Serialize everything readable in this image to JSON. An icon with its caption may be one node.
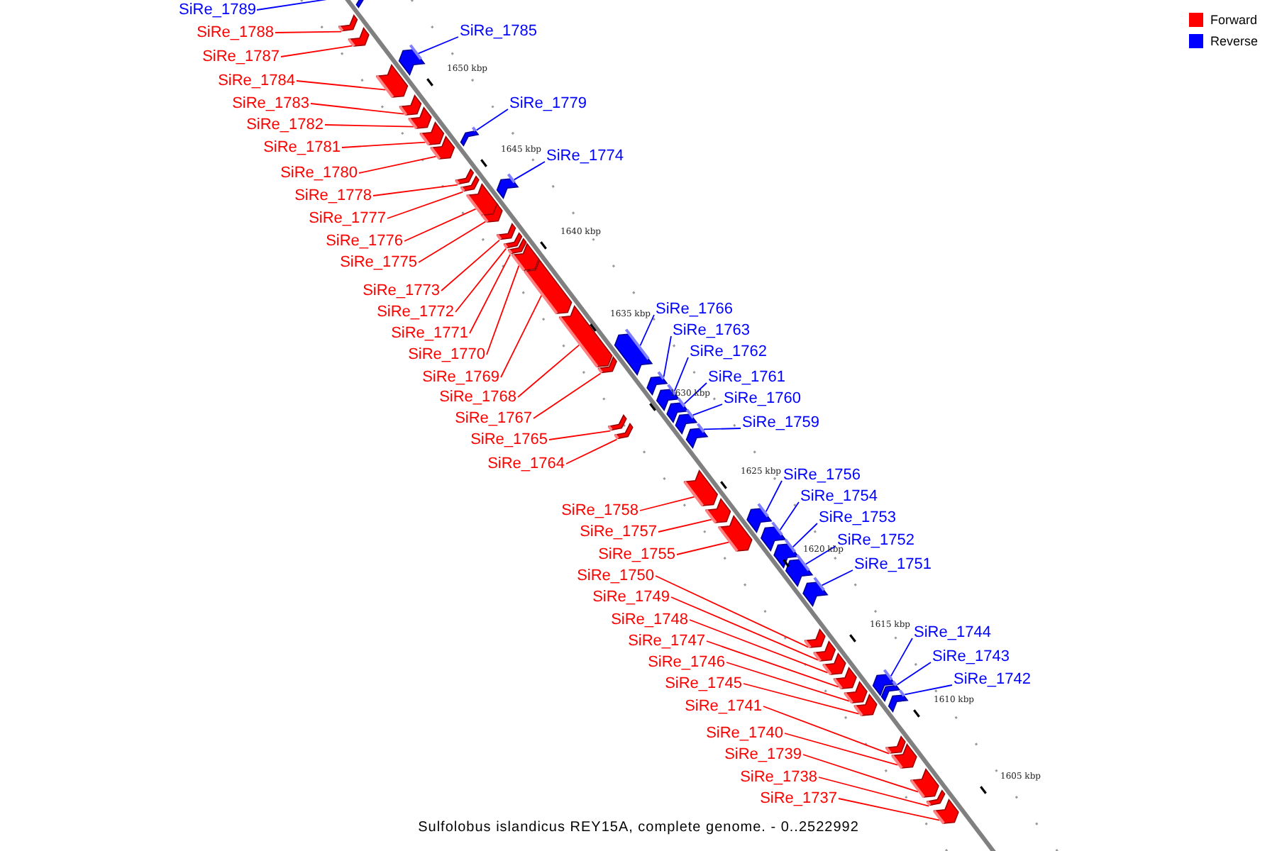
{
  "diagram": {
    "caption": "Sulfolobus islandicus REY15A, complete genome. - 0..2522992",
    "nodes": [
      {
        "text": [
          "SiRe_1789"
        ]
      },
      {
        "text": [],
        "shape": "box"
      },
      {
        "text": [
          "SiRe_1788"
        ]
      },
      {
        "text": [],
        "shape": "box"
      },
      {
        "text": [
          "SiRe_1785"
        ]
      },
      {
        "text": [],
        "shape": "box"
      },
      {
        "text": [
          "SiRe_1787"
        ]
      },
      {
        "text": [],
        "shape": "box"
      },
      {
        "text": [
          "SiRe_1784"
        ]
      },
      {
        "text": [],
        "shape": "box"
      },
      {
        "text": [
          "SiRe_1783"
        ]
      },
      {
        "text": [],
        "shape": "box"
      },
      {
        "text": [
          "SiRe_1779"
        ]
      },
      {
        "text": [],
        "shape": "box"
      },
      {
        "text": [
          "SiRe_1782"
        ]
      },
      {
        "text": [],
        "shape": "box"
      },
      {
        "text": [
          "SiRe_1781"
        ]
      },
      {
        "text": [],
        "shape": "box"
      },
      {
        "text": [
          "SiRe_1774"
        ]
      },
      {
        "text": [],
        "shape": "box"
      },
      {
        "text": [
          "SiRe_1780"
        ]
      },
      {
        "text": [],
        "shape": "box"
      },
      {
        "text": [
          "SiRe_1778"
        ]
      },
      {
        "text": [],
        "shape": "box"
      },
      {
        "text": [
          "SiRe_1777"
        ]
      },
      {
        "text": [],
        "shape": "box"
      },
      {
        "text": [
          "SiRe_1776"
        ]
      },
      {
        "text": [],
        "shape": "box"
      },
      {
        "text": [
          "SiRe_1775"
        ]
      },
      {
        "text": [],
        "shape": "box"
      },
      {
        "text": [
          "SiRe_1773"
        ]
      },
      {
        "text": [],
        "shape": "box"
      },
      {
        "text": [
          "SiRe_1772"
        ]
      },
      {
        "text": [],
        "shape": "box"
      },
      {
        "text": [
          "SiRe_1766"
        ]
      },
      {
        "text": [],
        "shape": "box"
      },
      {
        "text": [
          "SiRe_1771"
        ]
      },
      {
        "text": [],
        "shape": "box"
      },
      {
        "text": [
          "SiRe_1763"
        ]
      },
      {
        "text": [],
        "shape": "box"
      },
      {
        "text": [
          "SiRe_1762"
        ]
      },
      {
        "text": [],
        "shape": "box"
      },
      {
        "text": [
          "SiRe_1770"
        ]
      },
      {
        "text": [],
        "shape": "box"
      },
      {
        "text": [
          "SiRe_1761"
        ]
      },
      {
        "text": [],
        "shape": "box"
      },
      {
        "text": [
          "SiRe_1769"
        ]
      },
      {
        "text": [],
        "shape": "box"
      },
      {
        "text": [
          "SiRe_1768"
        ]
      },
      {
        "text": [],
        "shape": "box"
      },
      {
        "text": [
          "SiRe_1760"
        ]
      },
      {
        "text": [],
        "shape": "box"
      },
      {
        "text": [
          "SiRe_1767"
        ]
      },
      {
        "text": [],
        "shape": "box"
      },
      {
        "text": [
          "SiRe_1759"
        ]
      },
      {
        "text": [],
        "shape": "box"
      },
      {
        "text": [
          "SiRe_1765"
        ]
      },
      {
        "text": [],
        "shape": "box"
      },
      {
        "text": [
          "SiRe_1764"
        ]
      },
      {
        "text": [],
        "shape": "box"
      },
      {
        "text": [
          "SiRe_1756"
        ]
      },
      {
        "text": [],
        "shape": "box"
      },
      {
        "text": [
          "SiRe_1754"
        ]
      },
      {
        "text": [],
        "shape": "box"
      },
      {
        "text": [
          "SiRe_1758"
        ]
      },
      {
        "text": [],
        "shape": "box"
      },
      {
        "text": [
          "SiRe_1753"
        ]
      },
      {
        "text": [],
        "shape": "box"
      },
      {
        "text": [
          "SiRe_1757"
        ]
      },
      {
        "text": [],
        "shape": "box"
      },
      {
        "text": [
          "SiRe_1752"
        ]
      },
      {
        "text": [],
        "shape": "box"
      },
      {
        "text": [
          "SiRe_1755"
        ]
      },
      {
        "text": [],
        "shape": "box"
      },
      {
        "text": [
          "SiRe_1751"
        ]
      },
      {
        "text": [],
        "shape": "box"
      },
      {
        "text": [
          "SiRe_1750"
        ]
      },
      {
        "text": [],
        "shape": "box"
      },
      {
        "text": [
          "SiRe_1749"
        ]
      },
      {
        "text": [],
        "shape": "box"
      },
      {
        "text": [
          "SiRe_1748"
        ]
      },
      {
        "text": [],
        "shape": "box"
      },
      {
        "text": [
          "SiRe_1744"
        ]
      },
      {
        "text": [],
        "shape": "box"
      },
      {
        "text": [
          "SiRe_1747"
        ]
      },
      {
        "text": [],
        "shape": "box"
      },
      {
        "text": [
          "SiRe_1743"
        ]
      },
      {
        "text": [],
        "shape": "box"
      },
      {
        "text": [
          "SiRe_1746"
        ]
      },
      {
        "text": [],
        "shape": "box"
      },
      {
        "text": [
          "SiRe_1742"
        ]
      },
      {
        "text": [],
        "shape": "box"
      },
      {
        "text": [
          "SiRe_1745"
        ]
      },
      {
        "text": [],
        "shape": "box"
      },
      {
        "text": [
          "SiRe_1741"
        ]
      },
      {
        "text": [],
        "shape": "box"
      },
      {
        "text": [
          "SiRe_1740"
        ]
      },
      {
        "text": [],
        "shape": "box"
      },
      {
        "text": [
          "SiRe_1739"
        ]
      },
      {
        "text": [],
        "shape": "box"
      },
      {
        "text": [
          "SiRe_1738"
        ]
      },
      {
        "text": [],
        "shape": "box"
      },
      {
        "text": [
          "SiRe_1737"
        ]
      },
      {
        "text": [],
        "shape": "box"
      }
    ],
    "edges": [
      {
        "from": 0,
        "to": 1,
        "arrow": "none",
        "color": "#0000ff"
      },
      {
        "from": 2,
        "to": 3,
        "arrow": "none"
      },
      {
        "from": 4,
        "to": 5,
        "arrow": "none",
        "color": "#0000ff"
      },
      {
        "from": 6,
        "to": 7,
        "arrow": "none"
      },
      {
        "from": 8,
        "to": 9,
        "arrow": "none"
      },
      {
        "from": 10,
        "to": 11,
        "arrow": "none"
      },
      {
        "from": 12,
        "to": 13,
        "arrow": "none",
        "color": "#0000ff"
      },
      {
        "from": 14,
        "to": 15,
        "arrow": "none"
      },
      {
        "from": 16,
        "to": 17,
        "arrow": "none"
      },
      {
        "from": 18,
        "to": 19,
        "arrow": "none",
        "color": "#0000ff"
      },
      {
        "from": 20,
        "to": 21,
        "arrow": "none"
      },
      {
        "from": 22,
        "to": 23,
        "arrow": "none"
      },
      {
        "from": 24,
        "to": 25,
        "arrow": "none"
      },
      {
        "from": 26,
        "to": 27,
        "arrow": "none"
      },
      {
        "from": 28,
        "to": 29,
        "arrow": "none"
      },
      {
        "from": 30,
        "to": 31,
        "arrow": "none"
      },
      {
        "from": 32,
        "to": 33,
        "arrow": "none"
      },
      {
        "from": 34,
        "to": 35,
        "arrow": "none",
        "color": "#0000ff"
      },
      {
        "from": 36,
        "to": 37,
        "arrow": "none"
      },
      {
        "from": 38,
        "to": 39,
        "arrow": "none",
        "color": "#0000ff"
      },
      {
        "from": 40,
        "to": 41,
        "arrow": "none",
        "color": "#0000ff"
      },
      {
        "from": 42,
        "to": 43,
        "arrow": "none"
      },
      {
        "from": 44,
        "to": 45,
        "arrow": "none",
        "color": "#0000ff"
      },
      {
        "from": 46,
        "to": 47,
        "arrow": "none"
      },
      {
        "from": 48,
        "to": 49,
        "arrow": "none"
      },
      {
        "from": 50,
        "to": 51,
        "arrow": "none",
        "color": "#0000ff"
      },
      {
        "from": 52,
        "to": 53,
        "arrow": "none"
      },
      {
        "from": 54,
        "to": 55,
        "arrow": "none",
        "color": "#0000ff"
      },
      {
        "from": 56,
        "to": 57,
        "arrow": "none"
      },
      {
        "from": 58,
        "to": 59,
        "arrow": "none"
      },
      {
        "from": 60,
        "to": 61,
        "arrow": "none",
        "color": "#0000ff"
      },
      {
        "from": 62,
        "to": 63,
        "arrow": "none",
        "color": "#0000ff"
      },
      {
        "from": 64,
        "to": 65,
        "arrow": "none"
      },
      {
        "from": 66,
        "to": 67,
        "arrow": "none",
        "color": "#0000ff"
      },
      {
        "from": 68,
        "to": 69,
        "arrow": "none"
      },
      {
        "from": 70,
        "to": 71,
        "arrow": "none",
        "color": "#0000ff"
      },
      {
        "from": 72,
        "to": 73,
        "arrow": "none"
      },
      {
        "from": 74,
        "to": 75,
        "arrow": "none",
        "color": "#0000ff"
      },
      {
        "from": 76,
        "to": 77,
        "arrow": "none"
      },
      {
        "from": 78,
        "to": 79,
        "arrow": "none"
      },
      {
        "from": 80,
        "to": 81,
        "arrow": "none"
      },
      {
        "from": 82,
        "to": 83,
        "arrow": "none",
        "color": "#0000ff"
      },
      {
        "from": 84,
        "to": 85,
        "arrow": "none"
      },
      {
        "from": 86,
        "to": 87,
        "arrow": "none",
        "color": "#0000ff"
      },
      {
        "from": 88,
        "to": 89,
        "arrow": "none"
      },
      {
        "from": 90,
        "to": 91,
        "arrow": "none",
        "color": "#0000ff"
      },
      {
        "from": 92,
        "to": 93,
        "arrow": "none"
      },
      {
        "from": 94,
        "to": 95,
        "arrow": "none"
      },
      {
        "from": 96,
        "to": 97,
        "arrow": "none"
      },
      {
        "from": 98,
        "to": 99,
        "arrow": "none"
      },
      {
        "from": 100,
        "to": 101,
        "arrow": "none"
      },
      {
        "from": 102,
        "to": 103,
        "arrow": "none"
      }
    ],
    "labels": [
      "1650 kbp",
      "1645 kbp",
      "1640 kbp",
      "1635 kbp",
      "1630 kbp",
      "1625 kbp",
      "1620 kbp",
      "1615 kbp",
      "1610 kbp",
      "1605 kbp"
    ],
    "legend": [
      {
        "text": "Forward",
        "color": "#ff0000"
      },
      {
        "text": "Reverse",
        "color": "#0000ff"
      }
    ]
  }
}
